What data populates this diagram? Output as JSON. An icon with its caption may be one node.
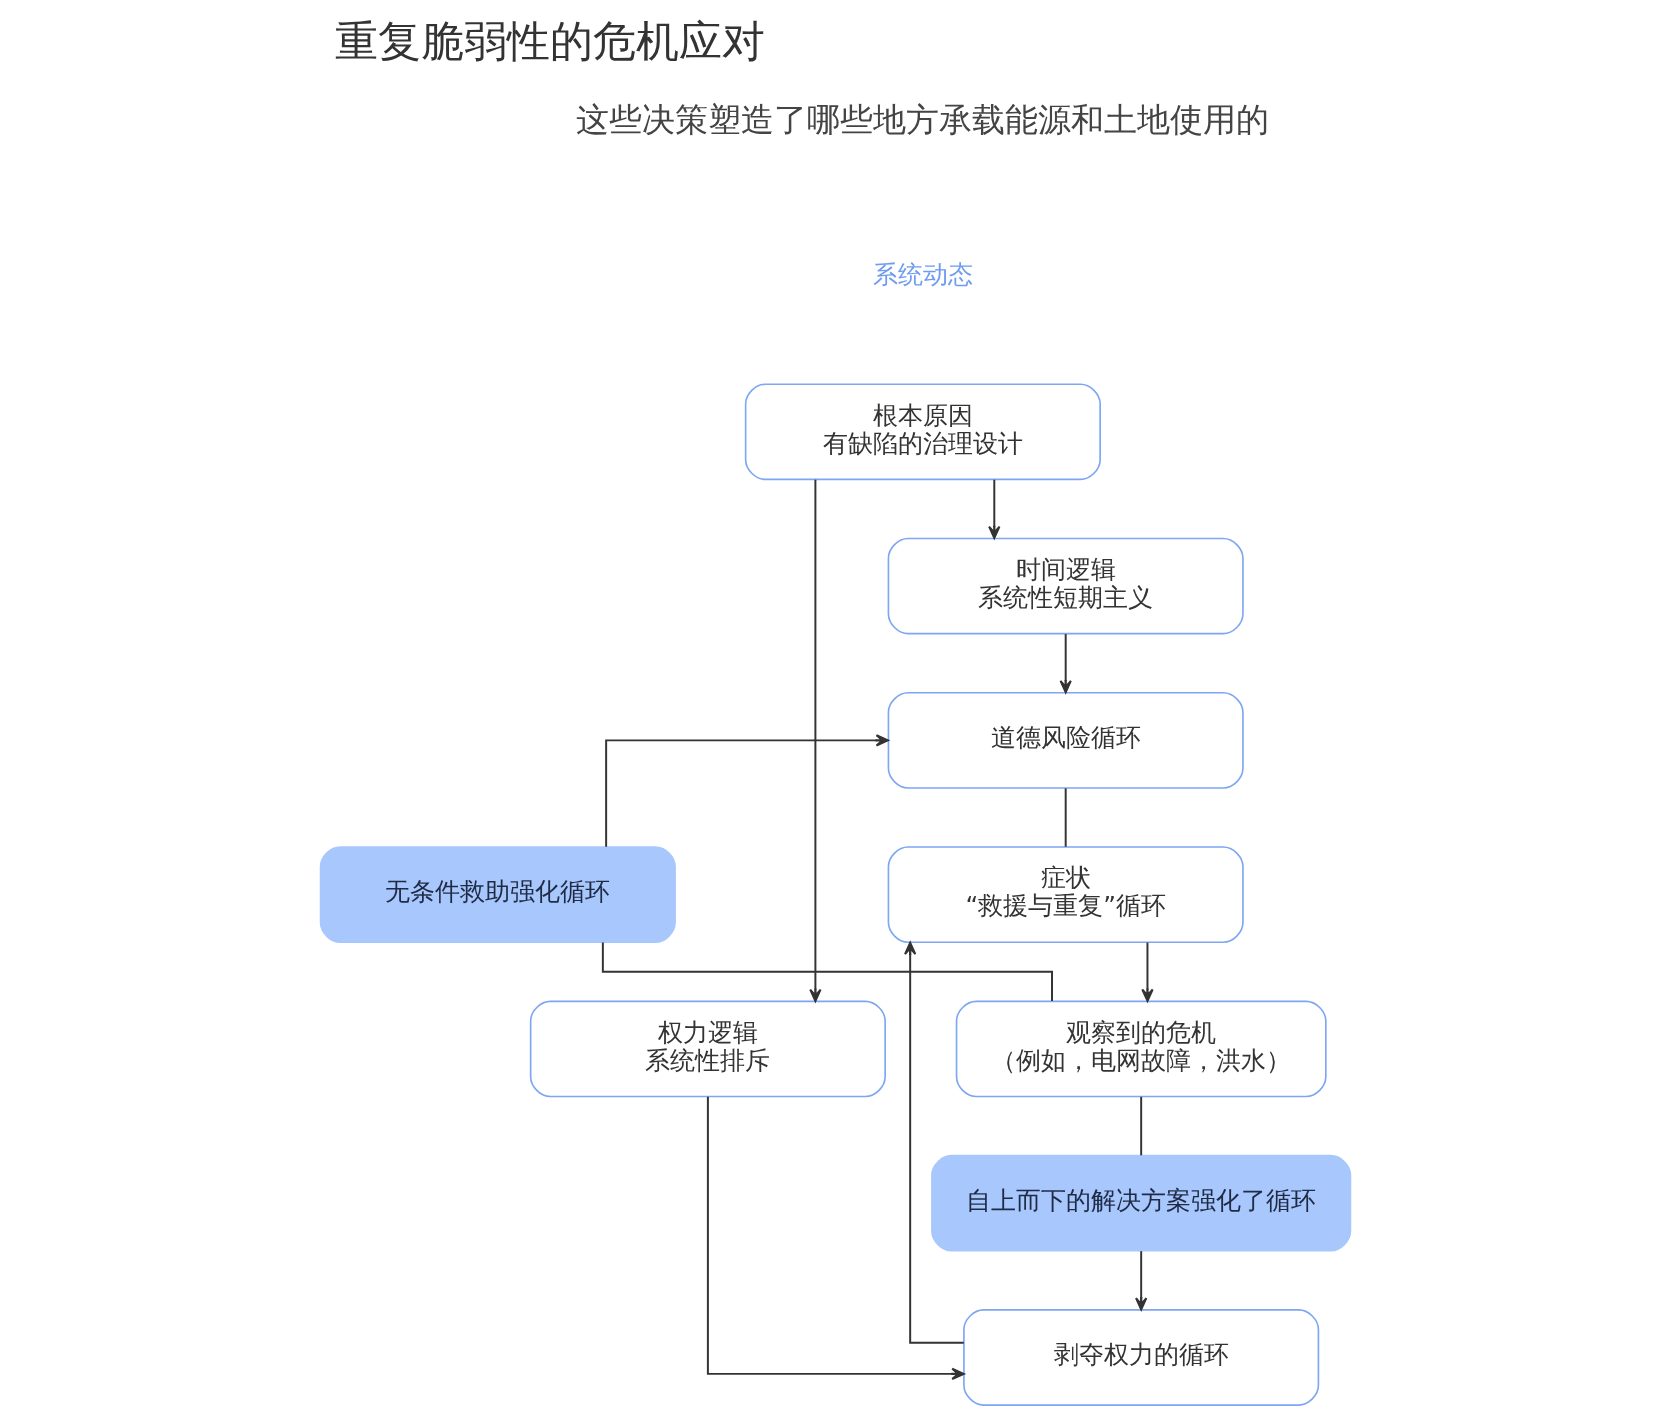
{
  "diagram": {
    "title": "重复脆弱性的危机应对",
    "nodes": [
      {
        "text": [
          "根本原因",
          "有缺陷的治理设计"
        ]
      },
      {
        "text": [
          "时间逻辑",
          "系统性短期主义"
        ]
      },
      {
        "text": [
          "道德风险循环"
        ]
      },
      {
        "text": [
          "无条件救助强化循环"
        ]
      },
      {
        "text": [
          "症状",
          "“救援与重复”循环"
        ]
      },
      {
        "text": [
          "权力逻辑",
          "系统性排斥"
        ]
      },
      {
        "text": [
          "观察到的危机",
          "（例如，电网故障，洪水）"
        ]
      },
      {
        "text": [
          "自上而下的解决方案强化了循环"
        ]
      },
      {
        "text": [
          "剥夺权力的循环"
        ]
      }
    ],
    "edges": [
      {
        "from": 0,
        "to": 1,
        "arrow": "to"
      },
      {
        "from": 0,
        "to": 5,
        "arrow": "to"
      },
      {
        "from": 1,
        "to": 2,
        "arrow": "to"
      },
      {
        "from": 2,
        "to": 4,
        "arrow": "none"
      },
      {
        "from": 4,
        "to": 6,
        "arrow": "to"
      },
      {
        "from": 6,
        "to": 3,
        "arrow": "none"
      },
      {
        "from": 3,
        "to": 2,
        "arrow": "to"
      },
      {
        "from": 6,
        "to": 7,
        "arrow": "none"
      },
      {
        "from": 7,
        "to": 8,
        "arrow": "to"
      },
      {
        "from": 5,
        "to": 8,
        "arrow": "to"
      },
      {
        "from": 8,
        "to": 4,
        "arrow": "to"
      }
    ],
    "labels": [
      "这些决策塑造了哪些地方承载能源和土地使用的",
      "系统动态"
    ]
  }
}
